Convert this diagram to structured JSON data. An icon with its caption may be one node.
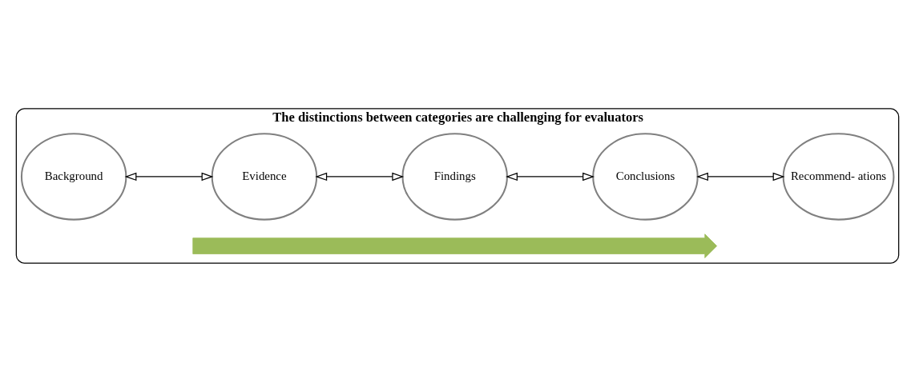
{
  "diagram": {
    "nodes": [
      {
        "text": [
          "The distinctions between categories are challenging for evaluators"
        ]
      },
      {
        "text": [
          "Background"
        ],
        "in": 0
      },
      {
        "text": [
          "Evidence"
        ],
        "in": 0
      },
      {
        "text": [
          "Findings"
        ],
        "in": 0
      },
      {
        "text": [
          "Conclusions"
        ],
        "in": 0
      },
      {
        "text": [
          "Recommend- ations"
        ],
        "in": 0
      },
      {
        "text": [],
        "shape": "arrow",
        "in": 0
      }
    ],
    "edges": [
      {
        "from": 1,
        "to": 2,
        "arrow": "both"
      },
      {
        "from": 2,
        "to": 3,
        "arrow": "both"
      },
      {
        "from": 3,
        "to": 4,
        "arrow": "both"
      },
      {
        "from": 4,
        "to": 5,
        "arrow": "both"
      }
    ]
  }
}
